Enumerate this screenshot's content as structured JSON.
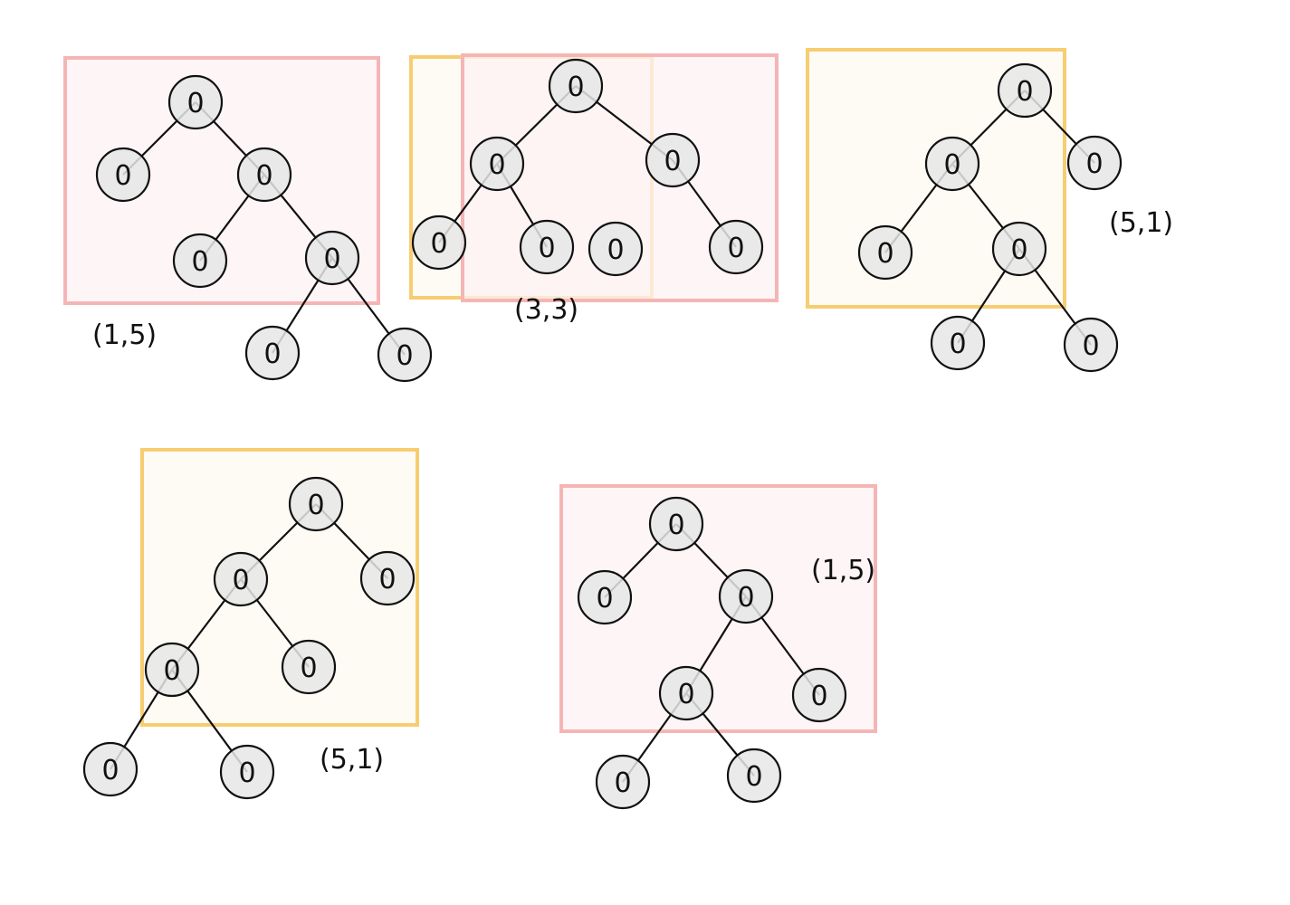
{
  "colors": {
    "pink_border": "#f5b5b5",
    "pink_fill": "#fdf2f4",
    "orange_border": "#f7cd72",
    "orange_fill": "#fefaf0",
    "node_fill": "#e6e6e6",
    "node_stroke": "#111111",
    "edge_stroke": "#111111"
  },
  "node_value": "0",
  "captions": {
    "tree1": "(1,5)",
    "tree2": "(3,3)",
    "tree3": "(5,1)",
    "tree4": "(5,1)",
    "tree5": "(1,5)"
  },
  "boxes": [
    {
      "id": "box-1",
      "color": "pink"
    },
    {
      "id": "box-2a",
      "color": "orange"
    },
    {
      "id": "box-2b",
      "color": "pink"
    },
    {
      "id": "box-3",
      "color": "orange"
    },
    {
      "id": "box-4",
      "color": "orange"
    },
    {
      "id": "box-5",
      "color": "pink"
    }
  ]
}
